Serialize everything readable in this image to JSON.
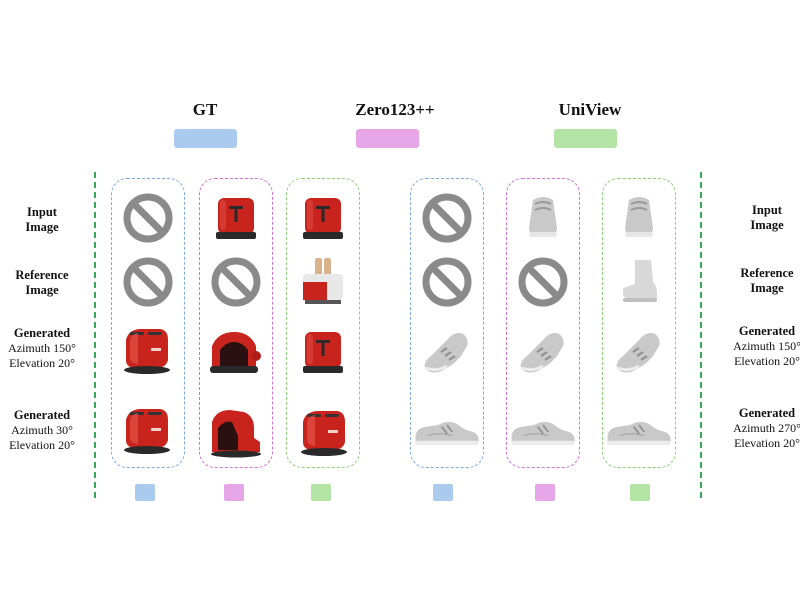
{
  "headers": [
    {
      "label": "GT",
      "color": "#aacbed"
    },
    {
      "label": "Zero123++",
      "color": "#e6a5e6"
    },
    {
      "label": "UniView",
      "color": "#b3e3a5"
    }
  ],
  "left_labels": [
    {
      "title": "Input",
      "line2": "Image"
    },
    {
      "title": "Reference",
      "line2": "Image"
    },
    {
      "title": "Generated",
      "line2": "Azimuth 150°",
      "line3": "Elevation 20°"
    },
    {
      "title": "Generated",
      "line2": "Azimuth 30°",
      "line3": "Elevation 20°"
    }
  ],
  "right_labels": [
    {
      "title": "Input",
      "line2": "Image"
    },
    {
      "title": "Reference",
      "line2": "Image"
    },
    {
      "title": "Generated",
      "line2": "Azimuth 150°",
      "line3": "Elevation 20°"
    },
    {
      "title": "Generated",
      "line2": "Azimuth 270°",
      "line3": "Elevation 20°"
    }
  ],
  "colors": {
    "gt": "#aacbed",
    "zero123": "#e6a5e6",
    "uniview": "#b3e3a5",
    "divider": "#3aa85a",
    "toaster": "#c8231c",
    "shoe": "#c9c9c9",
    "na_icon": "#8a8a8a"
  },
  "grid": {
    "icons": [
      "no-image-icon",
      "toaster-image",
      "toaster-reference-image",
      "shoe-image",
      "shoe-reference-image"
    ]
  }
}
